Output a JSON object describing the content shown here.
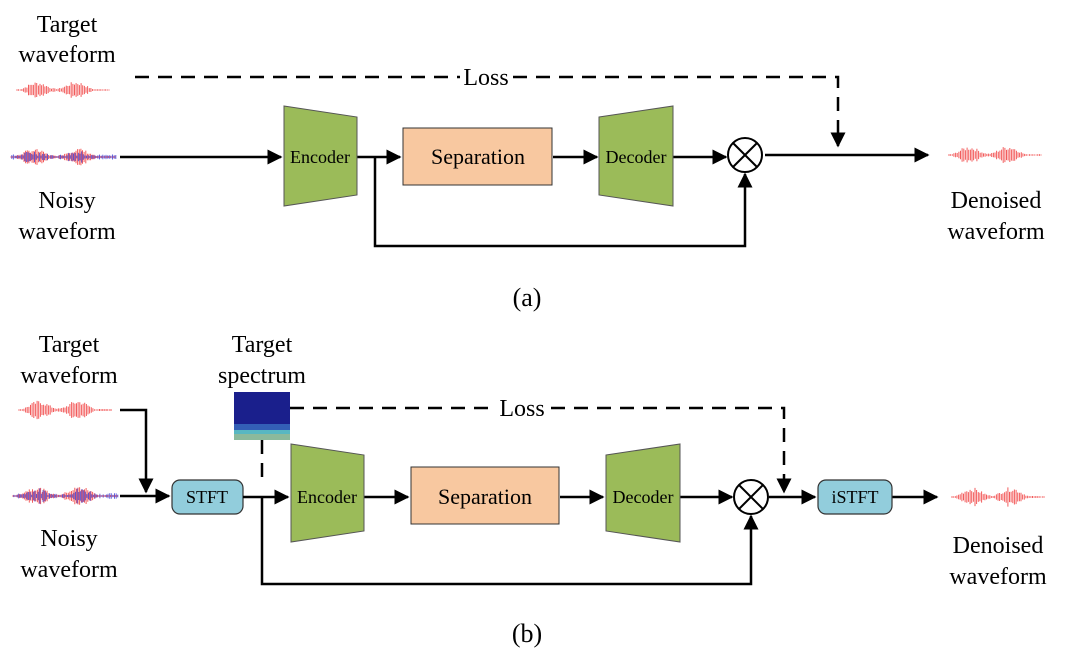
{
  "panel_a": {
    "target_label": [
      "Target",
      "waveform"
    ],
    "noisy_label": [
      "Noisy",
      "waveform"
    ],
    "denoised_label": [
      "Denoised",
      "waveform"
    ],
    "loss_label": "Loss",
    "encoder_label": "Encoder",
    "separation_label": "Separation",
    "decoder_label": "Decoder",
    "multiply_symbol": "⊗",
    "caption": "(a)"
  },
  "panel_b": {
    "target_label": [
      "Target",
      "waveform"
    ],
    "spectrum_label": [
      "Target",
      "spectrum"
    ],
    "noisy_label": [
      "Noisy",
      "waveform"
    ],
    "denoised_label": [
      "Denoised",
      "waveform"
    ],
    "loss_label": "Loss",
    "stft_label": "STFT",
    "istft_label": "iSTFT",
    "encoder_label": "Encoder",
    "separation_label": "Separation",
    "decoder_label": "Decoder",
    "multiply_symbol": "⊗",
    "caption": "(b)"
  },
  "colors": {
    "encoder_decoder": "#9BBB59",
    "separation": "#F8C8A0",
    "stft": "#92CDDC",
    "waveform_target": "#F04040",
    "waveform_noise": "#3030D0",
    "spectrum": "#1A1F8C"
  }
}
